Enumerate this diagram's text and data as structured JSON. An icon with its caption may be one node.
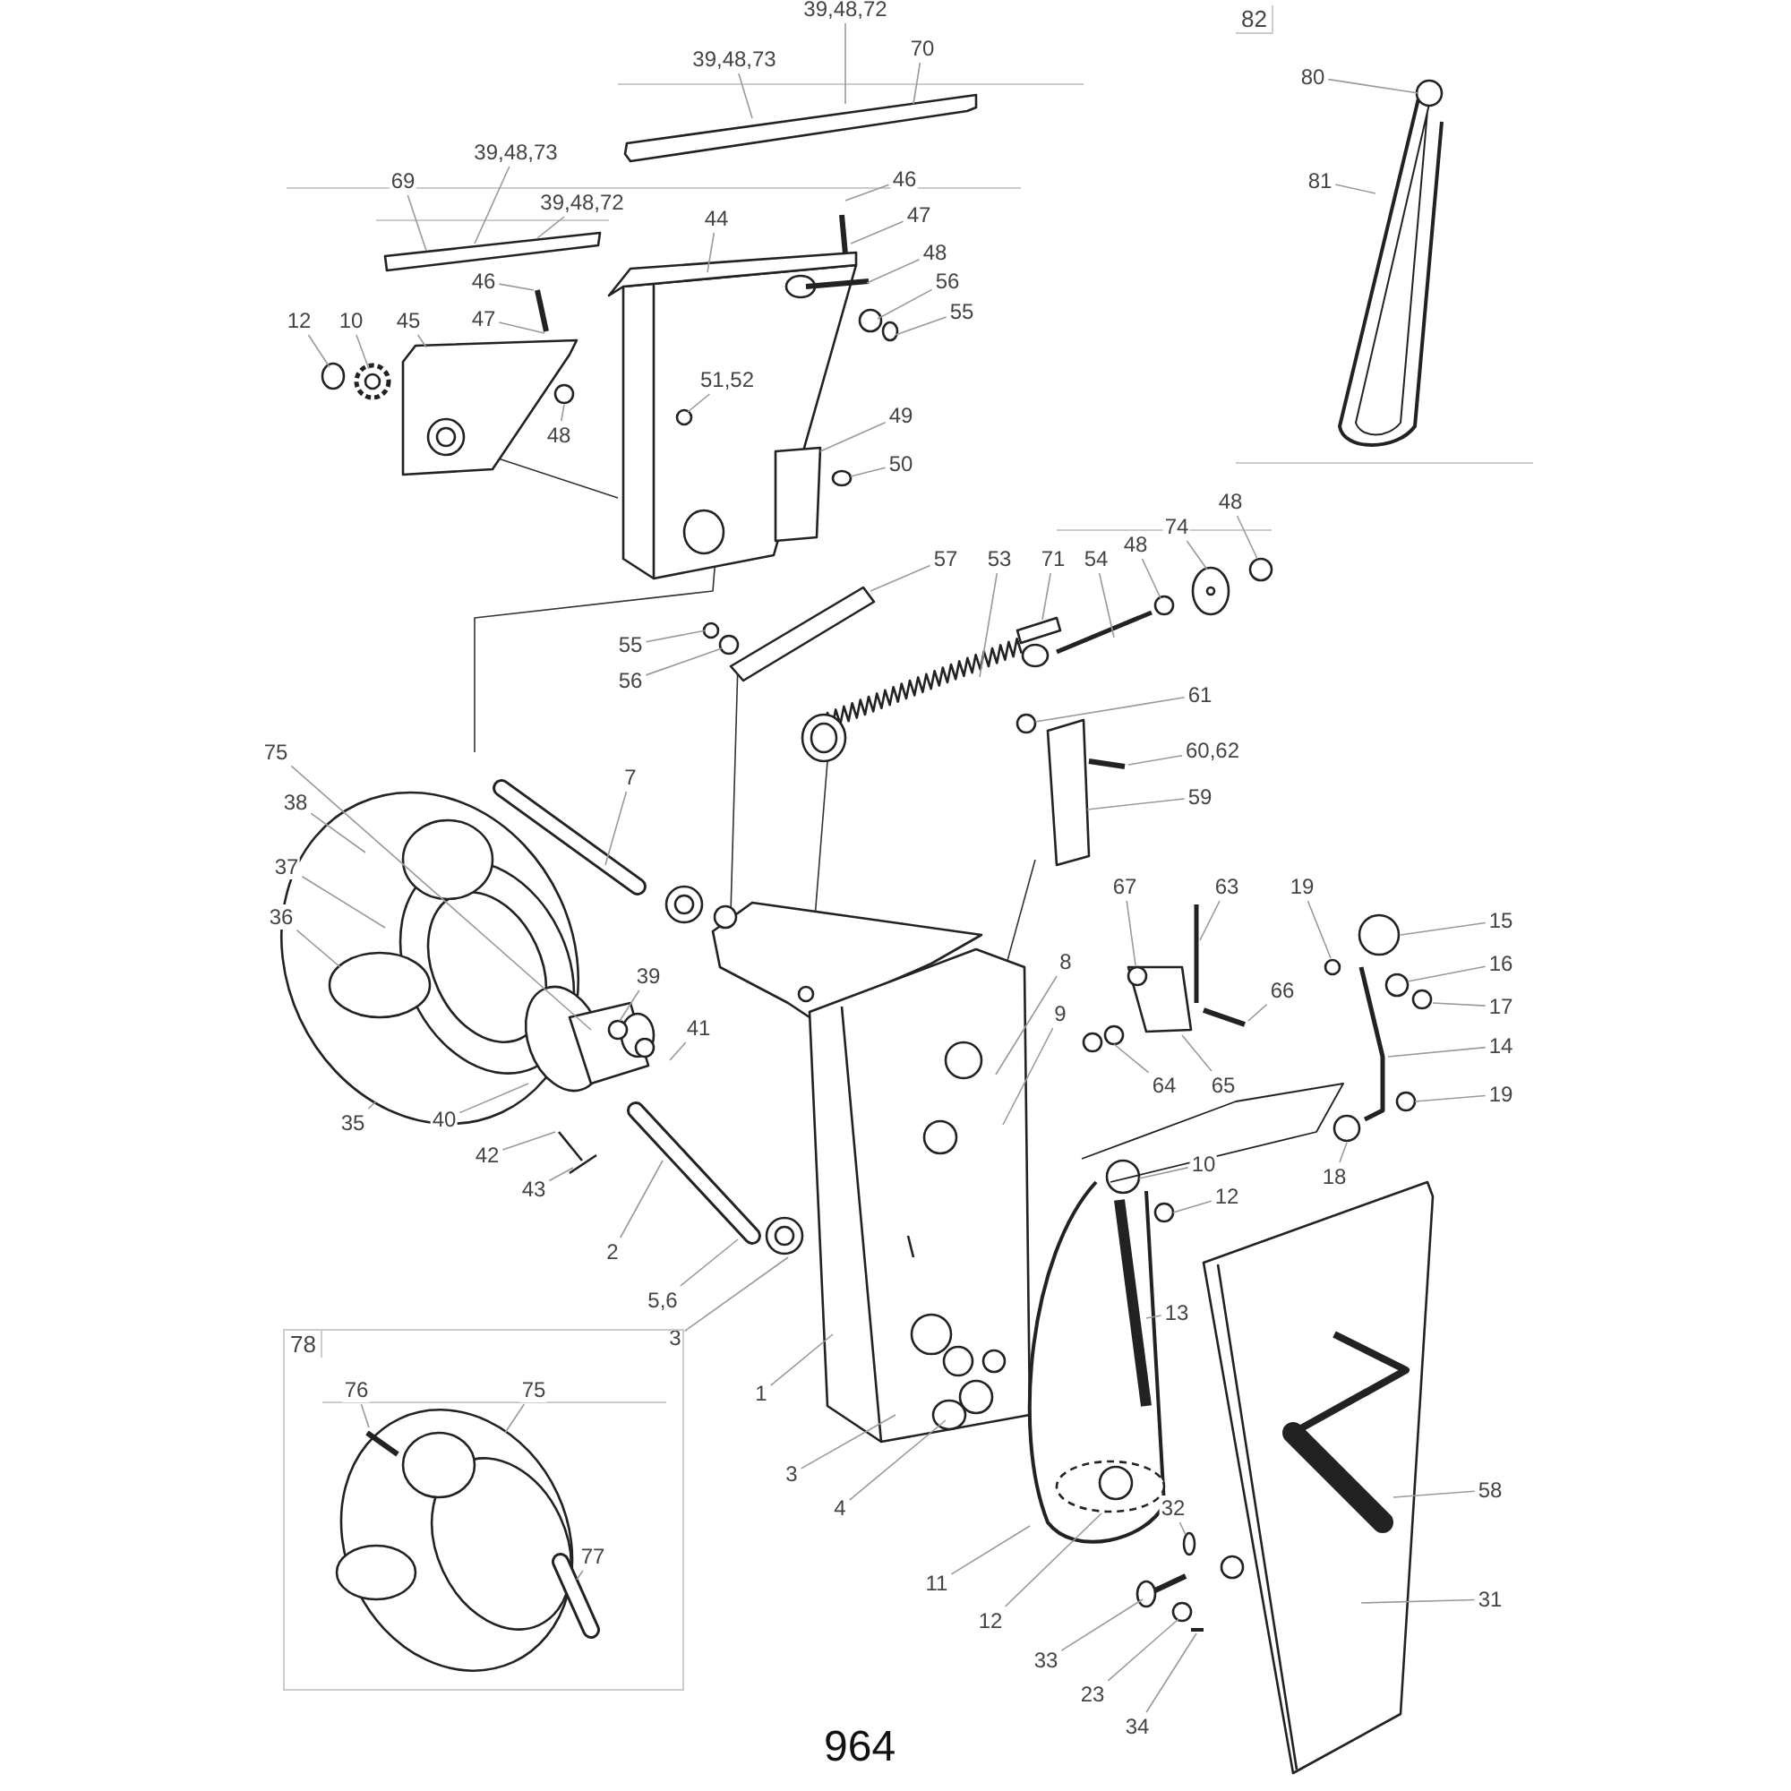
{
  "diagram": {
    "nodes": [
      {
        "text": [
          "39,48,72"
        ]
      },
      {
        "text": [
          "39,48,73"
        ]
      },
      {
        "text": [
          "70"
        ]
      },
      {
        "text": [
          "39,48,73"
        ]
      },
      {
        "text": [
          "69"
        ]
      },
      {
        "text": [
          "39,48,72"
        ]
      },
      {
        "text": [
          "46"
        ]
      },
      {
        "text": [
          "47"
        ]
      },
      {
        "text": [
          "44"
        ]
      },
      {
        "text": [
          "48"
        ]
      },
      {
        "text": [
          "56"
        ]
      },
      {
        "text": [
          "55"
        ]
      },
      {
        "text": [
          "46"
        ]
      },
      {
        "text": [
          "47"
        ]
      },
      {
        "text": [
          "12"
        ]
      },
      {
        "text": [
          "10"
        ]
      },
      {
        "text": [
          "45"
        ]
      },
      {
        "text": [
          "48"
        ]
      },
      {
        "text": [
          "51,52"
        ]
      },
      {
        "text": [
          "49"
        ]
      },
      {
        "text": [
          "50"
        ]
      },
      {
        "text": [
          "82"
        ]
      },
      {
        "text": [
          "80"
        ],
        "in": 21
      },
      {
        "text": [
          "81"
        ],
        "in": 21
      },
      {
        "text": [
          "57"
        ]
      },
      {
        "text": [
          "53"
        ]
      },
      {
        "text": [
          "71"
        ]
      },
      {
        "text": [
          "54"
        ]
      },
      {
        "text": [
          "48"
        ]
      },
      {
        "text": [
          "74"
        ]
      },
      {
        "text": [
          "48"
        ]
      },
      {
        "text": [
          "55"
        ]
      },
      {
        "text": [
          "56"
        ]
      },
      {
        "text": [
          "61"
        ]
      },
      {
        "text": [
          "60,62"
        ]
      },
      {
        "text": [
          "59"
        ]
      },
      {
        "text": [
          "75"
        ]
      },
      {
        "text": [
          "7"
        ]
      },
      {
        "text": [
          "38"
        ]
      },
      {
        "text": [
          "37"
        ]
      },
      {
        "text": [
          "36"
        ]
      },
      {
        "text": [
          "35"
        ]
      },
      {
        "text": [
          "40"
        ]
      },
      {
        "text": [
          "39"
        ]
      },
      {
        "text": [
          "41"
        ]
      },
      {
        "text": [
          "42"
        ]
      },
      {
        "text": [
          "43"
        ]
      },
      {
        "text": [
          "2"
        ]
      },
      {
        "text": [
          "5,6"
        ]
      },
      {
        "text": [
          "3"
        ]
      },
      {
        "text": [
          "67"
        ]
      },
      {
        "text": [
          "63"
        ]
      },
      {
        "text": [
          "8"
        ]
      },
      {
        "text": [
          "9"
        ]
      },
      {
        "text": [
          "64"
        ]
      },
      {
        "text": [
          "65"
        ]
      },
      {
        "text": [
          "66"
        ]
      },
      {
        "text": [
          "19"
        ]
      },
      {
        "text": [
          "15"
        ]
      },
      {
        "text": [
          "16"
        ]
      },
      {
        "text": [
          "17"
        ]
      },
      {
        "text": [
          "14"
        ]
      },
      {
        "text": [
          "19"
        ]
      },
      {
        "text": [
          "18"
        ]
      },
      {
        "text": [
          "10"
        ]
      },
      {
        "text": [
          "12"
        ]
      },
      {
        "text": [
          "13"
        ]
      },
      {
        "text": [
          "1"
        ]
      },
      {
        "text": [
          "3"
        ]
      },
      {
        "text": [
          "4"
        ]
      },
      {
        "text": [
          "11"
        ]
      },
      {
        "text": [
          "12"
        ]
      },
      {
        "text": [
          "58"
        ]
      },
      {
        "text": [
          "31"
        ]
      },
      {
        "text": [
          "32"
        ]
      },
      {
        "text": [
          "33"
        ]
      },
      {
        "text": [
          "23"
        ]
      },
      {
        "text": [
          "34"
        ]
      },
      {
        "text": [
          "78"
        ]
      },
      {
        "text": [
          "76"
        ],
        "in": 78
      },
      {
        "text": [
          "75"
        ],
        "in": 78
      },
      {
        "text": [
          "77"
        ],
        "in": 78
      }
    ],
    "edges": [
      {
        "from": 0,
        "to": null,
        "arrow": "none"
      },
      {
        "from": 1,
        "to": null,
        "arrow": "none"
      },
      {
        "from": 2,
        "to": null,
        "arrow": "none"
      },
      {
        "from": 3,
        "to": null,
        "arrow": "none"
      },
      {
        "from": 4,
        "to": null,
        "arrow": "none"
      },
      {
        "from": 5,
        "to": null,
        "arrow": "none"
      },
      {
        "from": 6,
        "to": null,
        "arrow": "none"
      },
      {
        "from": 7,
        "to": null,
        "arrow": "none"
      },
      {
        "from": 8,
        "to": null,
        "arrow": "none"
      },
      {
        "from": 9,
        "to": null,
        "arrow": "none"
      },
      {
        "from": 10,
        "to": null,
        "arrow": "none"
      },
      {
        "from": 11,
        "to": null,
        "arrow": "none"
      },
      {
        "from": 12,
        "to": null,
        "arrow": "none"
      },
      {
        "from": 13,
        "to": null,
        "arrow": "none"
      },
      {
        "from": 14,
        "to": null,
        "arrow": "none"
      },
      {
        "from": 15,
        "to": null,
        "arrow": "none"
      },
      {
        "from": 16,
        "to": null,
        "arrow": "none"
      },
      {
        "from": 17,
        "to": null,
        "arrow": "none"
      },
      {
        "from": 18,
        "to": null,
        "arrow": "none"
      },
      {
        "from": 19,
        "to": null,
        "arrow": "none"
      },
      {
        "from": 20,
        "to": null,
        "arrow": "none"
      },
      {
        "from": 22,
        "to": null,
        "arrow": "none"
      },
      {
        "from": 23,
        "to": null,
        "arrow": "none"
      },
      {
        "from": 24,
        "to": null,
        "arrow": "none"
      },
      {
        "from": 25,
        "to": null,
        "arrow": "none"
      },
      {
        "from": 26,
        "to": null,
        "arrow": "none"
      },
      {
        "from": 27,
        "to": null,
        "arrow": "none"
      },
      {
        "from": 28,
        "to": null,
        "arrow": "none"
      },
      {
        "from": 29,
        "to": null,
        "arrow": "none"
      },
      {
        "from": 30,
        "to": null,
        "arrow": "none"
      },
      {
        "from": 31,
        "to": null,
        "arrow": "none"
      },
      {
        "from": 32,
        "to": null,
        "arrow": "none"
      },
      {
        "from": 33,
        "to": null,
        "arrow": "none"
      },
      {
        "from": 34,
        "to": null,
        "arrow": "none"
      },
      {
        "from": 35,
        "to": null,
        "arrow": "none"
      },
      {
        "from": 36,
        "to": null,
        "arrow": "none"
      },
      {
        "from": 37,
        "to": null,
        "arrow": "none"
      },
      {
        "from": 38,
        "to": null,
        "arrow": "none"
      },
      {
        "from": 39,
        "to": null,
        "arrow": "none"
      },
      {
        "from": 40,
        "to": null,
        "arrow": "none"
      },
      {
        "from": 41,
        "to": null,
        "arrow": "none"
      },
      {
        "from": 42,
        "to": null,
        "arrow": "none"
      },
      {
        "from": 43,
        "to": null,
        "arrow": "none"
      },
      {
        "from": 44,
        "to": null,
        "arrow": "none"
      },
      {
        "from": 45,
        "to": null,
        "arrow": "none"
      },
      {
        "from": 46,
        "to": null,
        "arrow": "none"
      },
      {
        "from": 47,
        "to": null,
        "arrow": "none"
      },
      {
        "from": 48,
        "to": null,
        "arrow": "none"
      },
      {
        "from": 49,
        "to": null,
        "arrow": "none"
      },
      {
        "from": 50,
        "to": null,
        "arrow": "none"
      },
      {
        "from": 51,
        "to": null,
        "arrow": "none"
      },
      {
        "from": 52,
        "to": null,
        "arrow": "none"
      },
      {
        "from": 53,
        "to": null,
        "arrow": "none"
      },
      {
        "from": 54,
        "to": null,
        "arrow": "none"
      },
      {
        "from": 55,
        "to": null,
        "arrow": "none"
      },
      {
        "from": 56,
        "to": null,
        "arrow": "none"
      },
      {
        "from": 57,
        "to": null,
        "arrow": "none"
      },
      {
        "from": 58,
        "to": null,
        "arrow": "none"
      },
      {
        "from": 59,
        "to": null,
        "arrow": "none"
      },
      {
        "from": 60,
        "to": null,
        "arrow": "none"
      },
      {
        "from": 61,
        "to": null,
        "arrow": "none"
      },
      {
        "from": 62,
        "to": null,
        "arrow": "none"
      },
      {
        "from": 63,
        "to": null,
        "arrow": "none"
      },
      {
        "from": 64,
        "to": null,
        "arrow": "none"
      },
      {
        "from": 65,
        "to": null,
        "arrow": "none"
      },
      {
        "from": 66,
        "to": null,
        "arrow": "none"
      },
      {
        "from": 67,
        "to": null,
        "arrow": "none"
      },
      {
        "from": 68,
        "to": null,
        "arrow": "none"
      },
      {
        "from": 69,
        "to": null,
        "arrow": "none"
      },
      {
        "from": 70,
        "to": null,
        "arrow": "none"
      },
      {
        "from": 71,
        "to": null,
        "arrow": "none"
      },
      {
        "from": 72,
        "to": null,
        "arrow": "none"
      },
      {
        "from": 73,
        "to": null,
        "arrow": "none"
      },
      {
        "from": 74,
        "to": null,
        "arrow": "none"
      },
      {
        "from": 75,
        "to": null,
        "arrow": "none"
      },
      {
        "from": 76,
        "to": null,
        "arrow": "none"
      },
      {
        "from": 77,
        "to": null,
        "arrow": "none"
      },
      {
        "from": 79,
        "to": null,
        "arrow": "none"
      },
      {
        "from": 80,
        "to": null,
        "arrow": "none"
      },
      {
        "from": 81,
        "to": null,
        "arrow": "none"
      }
    ],
    "labels": [
      "964"
    ]
  }
}
